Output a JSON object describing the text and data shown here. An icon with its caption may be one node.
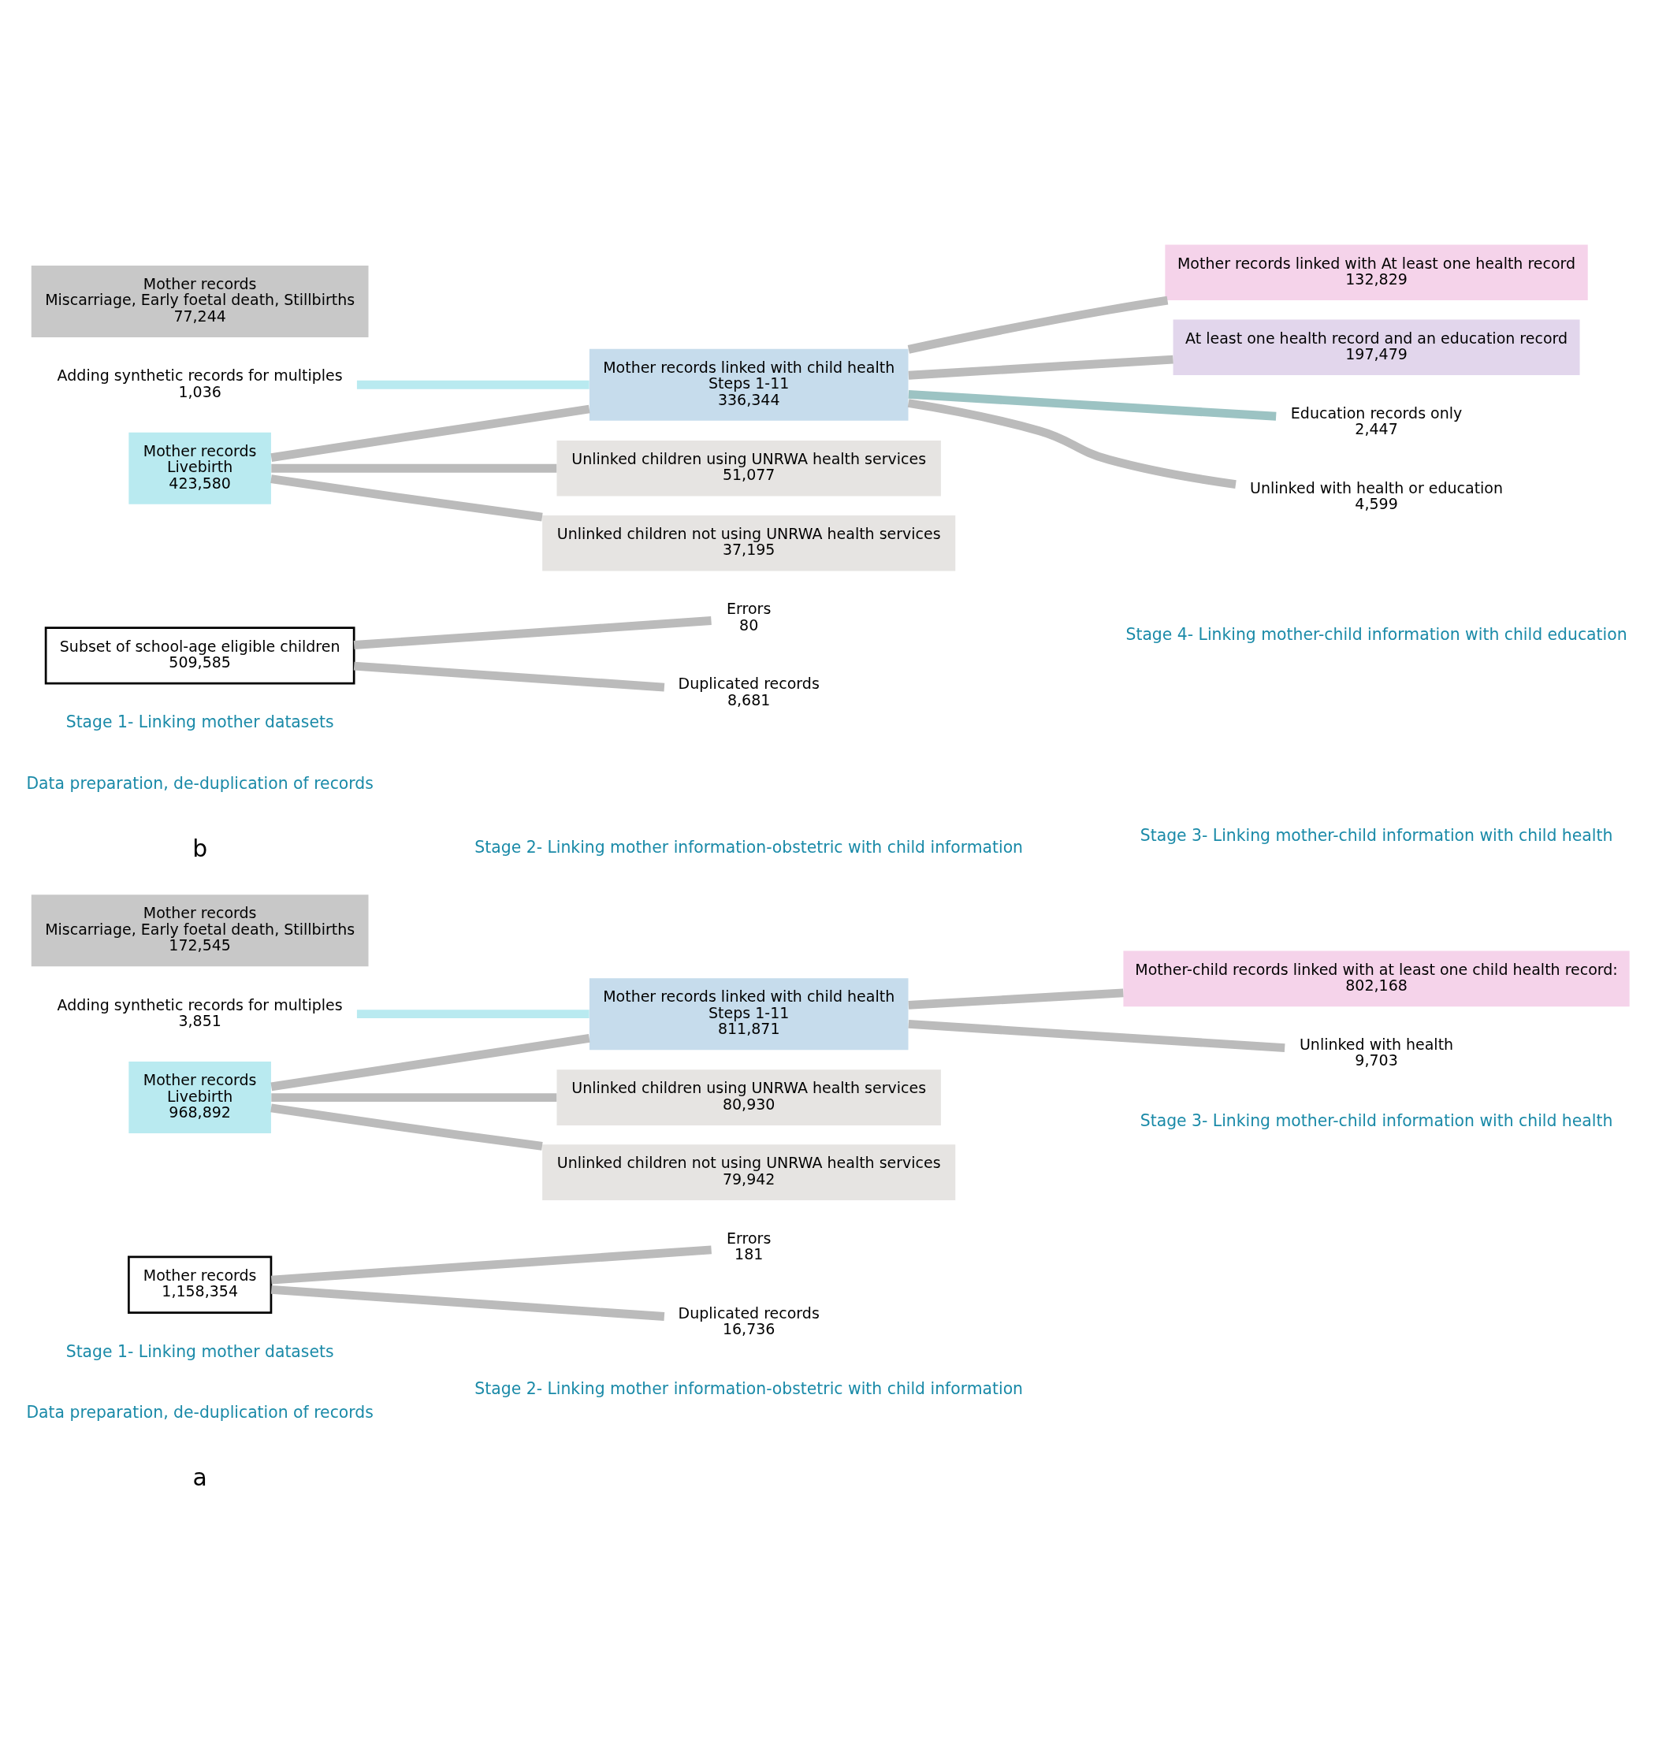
{
  "diagram": {
    "nodes": [
      {
        "text": [
          "Mother records",
          "1,158,354"
        ]
      },
      {
        "text": [
          "Adding synthetic records for multiples",
          "3,851"
        ]
      },
      {
        "text": [
          "Mother records",
          "Livebirth",
          "968,892"
        ]
      },
      {
        "text": [
          "Mother records",
          "Miscarriage, Early foetal death, Stillbirths",
          "172,545"
        ]
      },
      {
        "text": [
          "Errors",
          "181"
        ]
      },
      {
        "text": [
          "Duplicated records",
          "16,736"
        ]
      },
      {
        "text": [
          "Mother records linked with child health",
          "Steps 1-11",
          "811,871"
        ]
      },
      {
        "text": [
          "Unlinked children using UNRWA health services",
          "80,930"
        ]
      },
      {
        "text": [
          "Unlinked children not using UNRWA health services",
          "79,942"
        ]
      },
      {
        "text": [
          "Mother-child records linked with at least one child health record:",
          "802,168"
        ]
      },
      {
        "text": [
          "Unlinked with health",
          "9,703"
        ]
      },
      {
        "text": [
          "Subset of school-age eligible children",
          "509,585"
        ]
      },
      {
        "text": [
          "Adding synthetic records for multiples",
          "1,036"
        ]
      },
      {
        "text": [
          "Mother records",
          "Livebirth",
          "423,580"
        ]
      },
      {
        "text": [
          "Mother records",
          "Miscarriage, Early foetal death, Stillbirths",
          "77,244"
        ]
      },
      {
        "text": [
          "Errors",
          "80"
        ]
      },
      {
        "text": [
          "Duplicated records",
          "8,681"
        ]
      },
      {
        "text": [
          "Mother records linked with child health",
          "Steps 1-11",
          "336,344"
        ]
      },
      {
        "text": [
          "Unlinked children using UNRWA health services",
          "51,077"
        ]
      },
      {
        "text": [
          "Unlinked children not using UNRWA health services",
          "37,195"
        ]
      },
      {
        "text": [
          "Mother records linked with At least one health record",
          "132,829"
        ]
      },
      {
        "text": [
          "At least one health record and an education record",
          "197,479"
        ]
      },
      {
        "text": [
          "Education records only",
          "2,447"
        ]
      },
      {
        "text": [
          "Unlinked with health or education",
          "4,599"
        ]
      }
    ],
    "edges": [
      {
        "from": 1,
        "to": 6,
        "arrow": "none",
        "color": "#b9eaf0"
      },
      {
        "from": 2,
        "to": 6,
        "arrow": "none"
      },
      {
        "from": 2,
        "to": 7,
        "arrow": "none"
      },
      {
        "from": 2,
        "to": 8,
        "arrow": "none"
      },
      {
        "from": 0,
        "to": 4,
        "arrow": "none"
      },
      {
        "from": 0,
        "to": 5,
        "arrow": "none"
      },
      {
        "from": 6,
        "to": 9,
        "arrow": "none"
      },
      {
        "from": 6,
        "to": 10,
        "arrow": "none"
      },
      {
        "from": 12,
        "to": 17,
        "arrow": "none",
        "color": "#b9eaf0"
      },
      {
        "from": 13,
        "to": 17,
        "arrow": "none"
      },
      {
        "from": 13,
        "to": 18,
        "arrow": "none"
      },
      {
        "from": 13,
        "to": 19,
        "arrow": "none"
      },
      {
        "from": 11,
        "to": 15,
        "arrow": "none"
      },
      {
        "from": 11,
        "to": 16,
        "arrow": "none"
      },
      {
        "from": 17,
        "to": 20,
        "arrow": "none"
      },
      {
        "from": 17,
        "to": 21,
        "arrow": "none"
      },
      {
        "from": 17,
        "to": 22,
        "arrow": "none",
        "color": "#9cc3c3"
      },
      {
        "from": 17,
        "to": 23,
        "arrow": "none"
      }
    ],
    "labels": [
      "a",
      "Data preparation, de-duplication of records",
      "Stage 1- Linking mother datasets",
      "Stage 2- Linking mother information-obstetric with child information",
      "Stage 3- Linking mother-child information with child health",
      "b",
      "Data preparation, de-duplication of records",
      "Stage 1- Linking mother datasets",
      "Stage 2- Linking mother information-obstetric with child information",
      "Stage 3- Linking mother-child information with child health",
      "Stage 4- Linking mother-child information with child education"
    ]
  }
}
